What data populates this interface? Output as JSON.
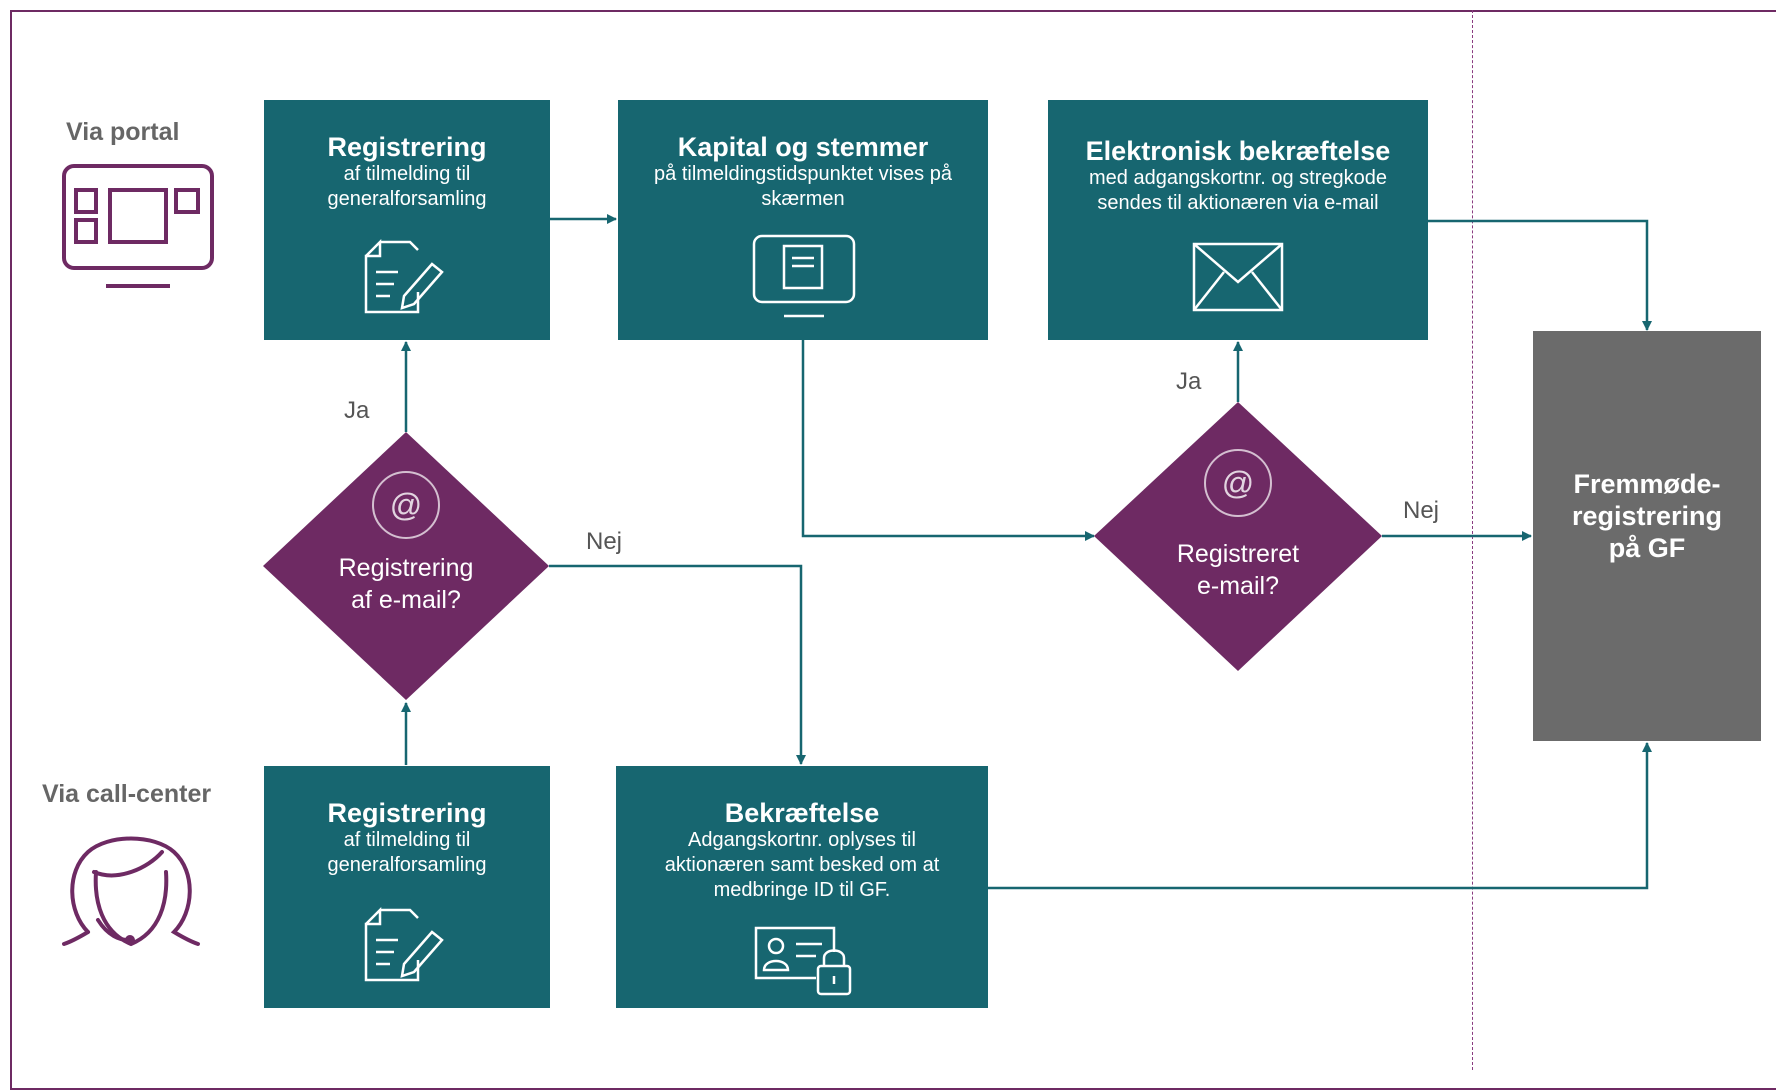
{
  "lanes": {
    "portal_label": "Via portal",
    "callcenter_label": "Via call-center"
  },
  "boxes": {
    "reg_portal": {
      "title": "Registrering",
      "sub": "af tilmelding til\ngeneralforsamling"
    },
    "kapital": {
      "title": "Kapital og stemmer",
      "sub": "på tilmeldingstidspunktet vises på\nskærmen"
    },
    "elektronisk": {
      "title": "Elektronisk bekræftelse",
      "sub": "med adgangskortnr. og stregkode\nsendes til aktionæren via e-mail"
    },
    "reg_call": {
      "title": "Registrering",
      "sub": "af tilmelding til\ngeneralforsamling"
    },
    "bekraeftelse": {
      "title": "Bekræftelse",
      "sub": "Adgangskortnr. oplyses til\naktionæren samt besked om at\nmedbringe ID til GF."
    },
    "fremmode": {
      "title": "Fremmøde-\nregistrering\npå GF"
    }
  },
  "decisions": {
    "d1": {
      "text": "Registrering\naf e-mail?",
      "yes": "Ja",
      "no": "Nej"
    },
    "d2": {
      "text": "Registreret\ne-mail?",
      "yes": "Ja",
      "no": "Nej"
    }
  },
  "colors": {
    "teal": "#176670",
    "purple": "#6e2a63",
    "grey": "#6b6b6b"
  },
  "icons": [
    "monitor-layout-icon",
    "headset-person-icon",
    "form-pen-icon",
    "screen-document-icon",
    "envelope-icon",
    "id-card-lock-icon",
    "at-sign-icon"
  ]
}
